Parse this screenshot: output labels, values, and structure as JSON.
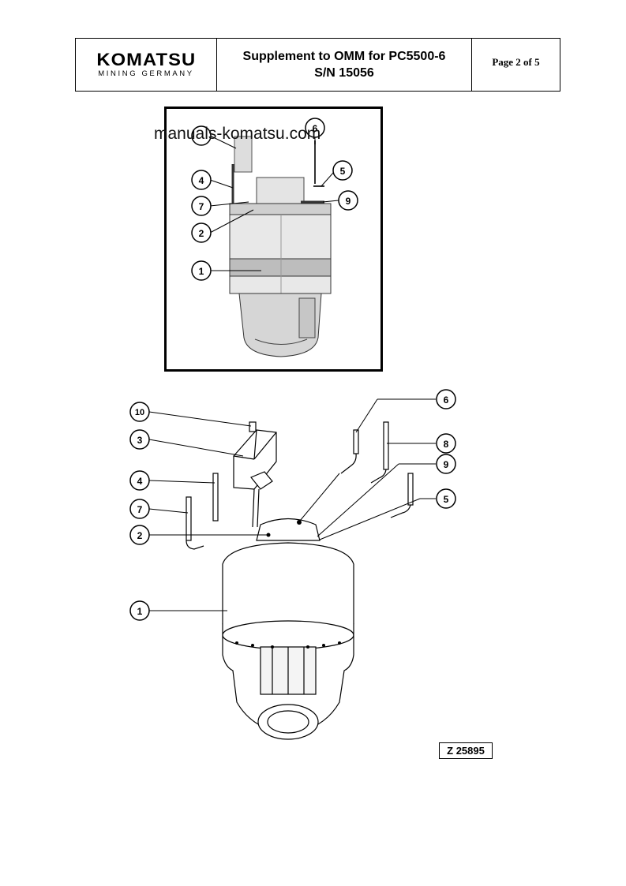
{
  "header": {
    "logo_main": "KOMATSU",
    "logo_sub": "MINING GERMANY",
    "title_line1": "Supplement to OMM for PC5500-6",
    "title_line2": "S/N 15056",
    "page": "Page 2 of 5"
  },
  "watermark": "manuals-komatsu.com",
  "photo_callouts": [
    "6",
    "4",
    "5",
    "7",
    "9",
    "2",
    "1"
  ],
  "drawing_callouts": [
    "10",
    "3",
    "4",
    "7",
    "2",
    "1",
    "6",
    "8",
    "9",
    "5"
  ],
  "drawing_ref": "Z 25895"
}
